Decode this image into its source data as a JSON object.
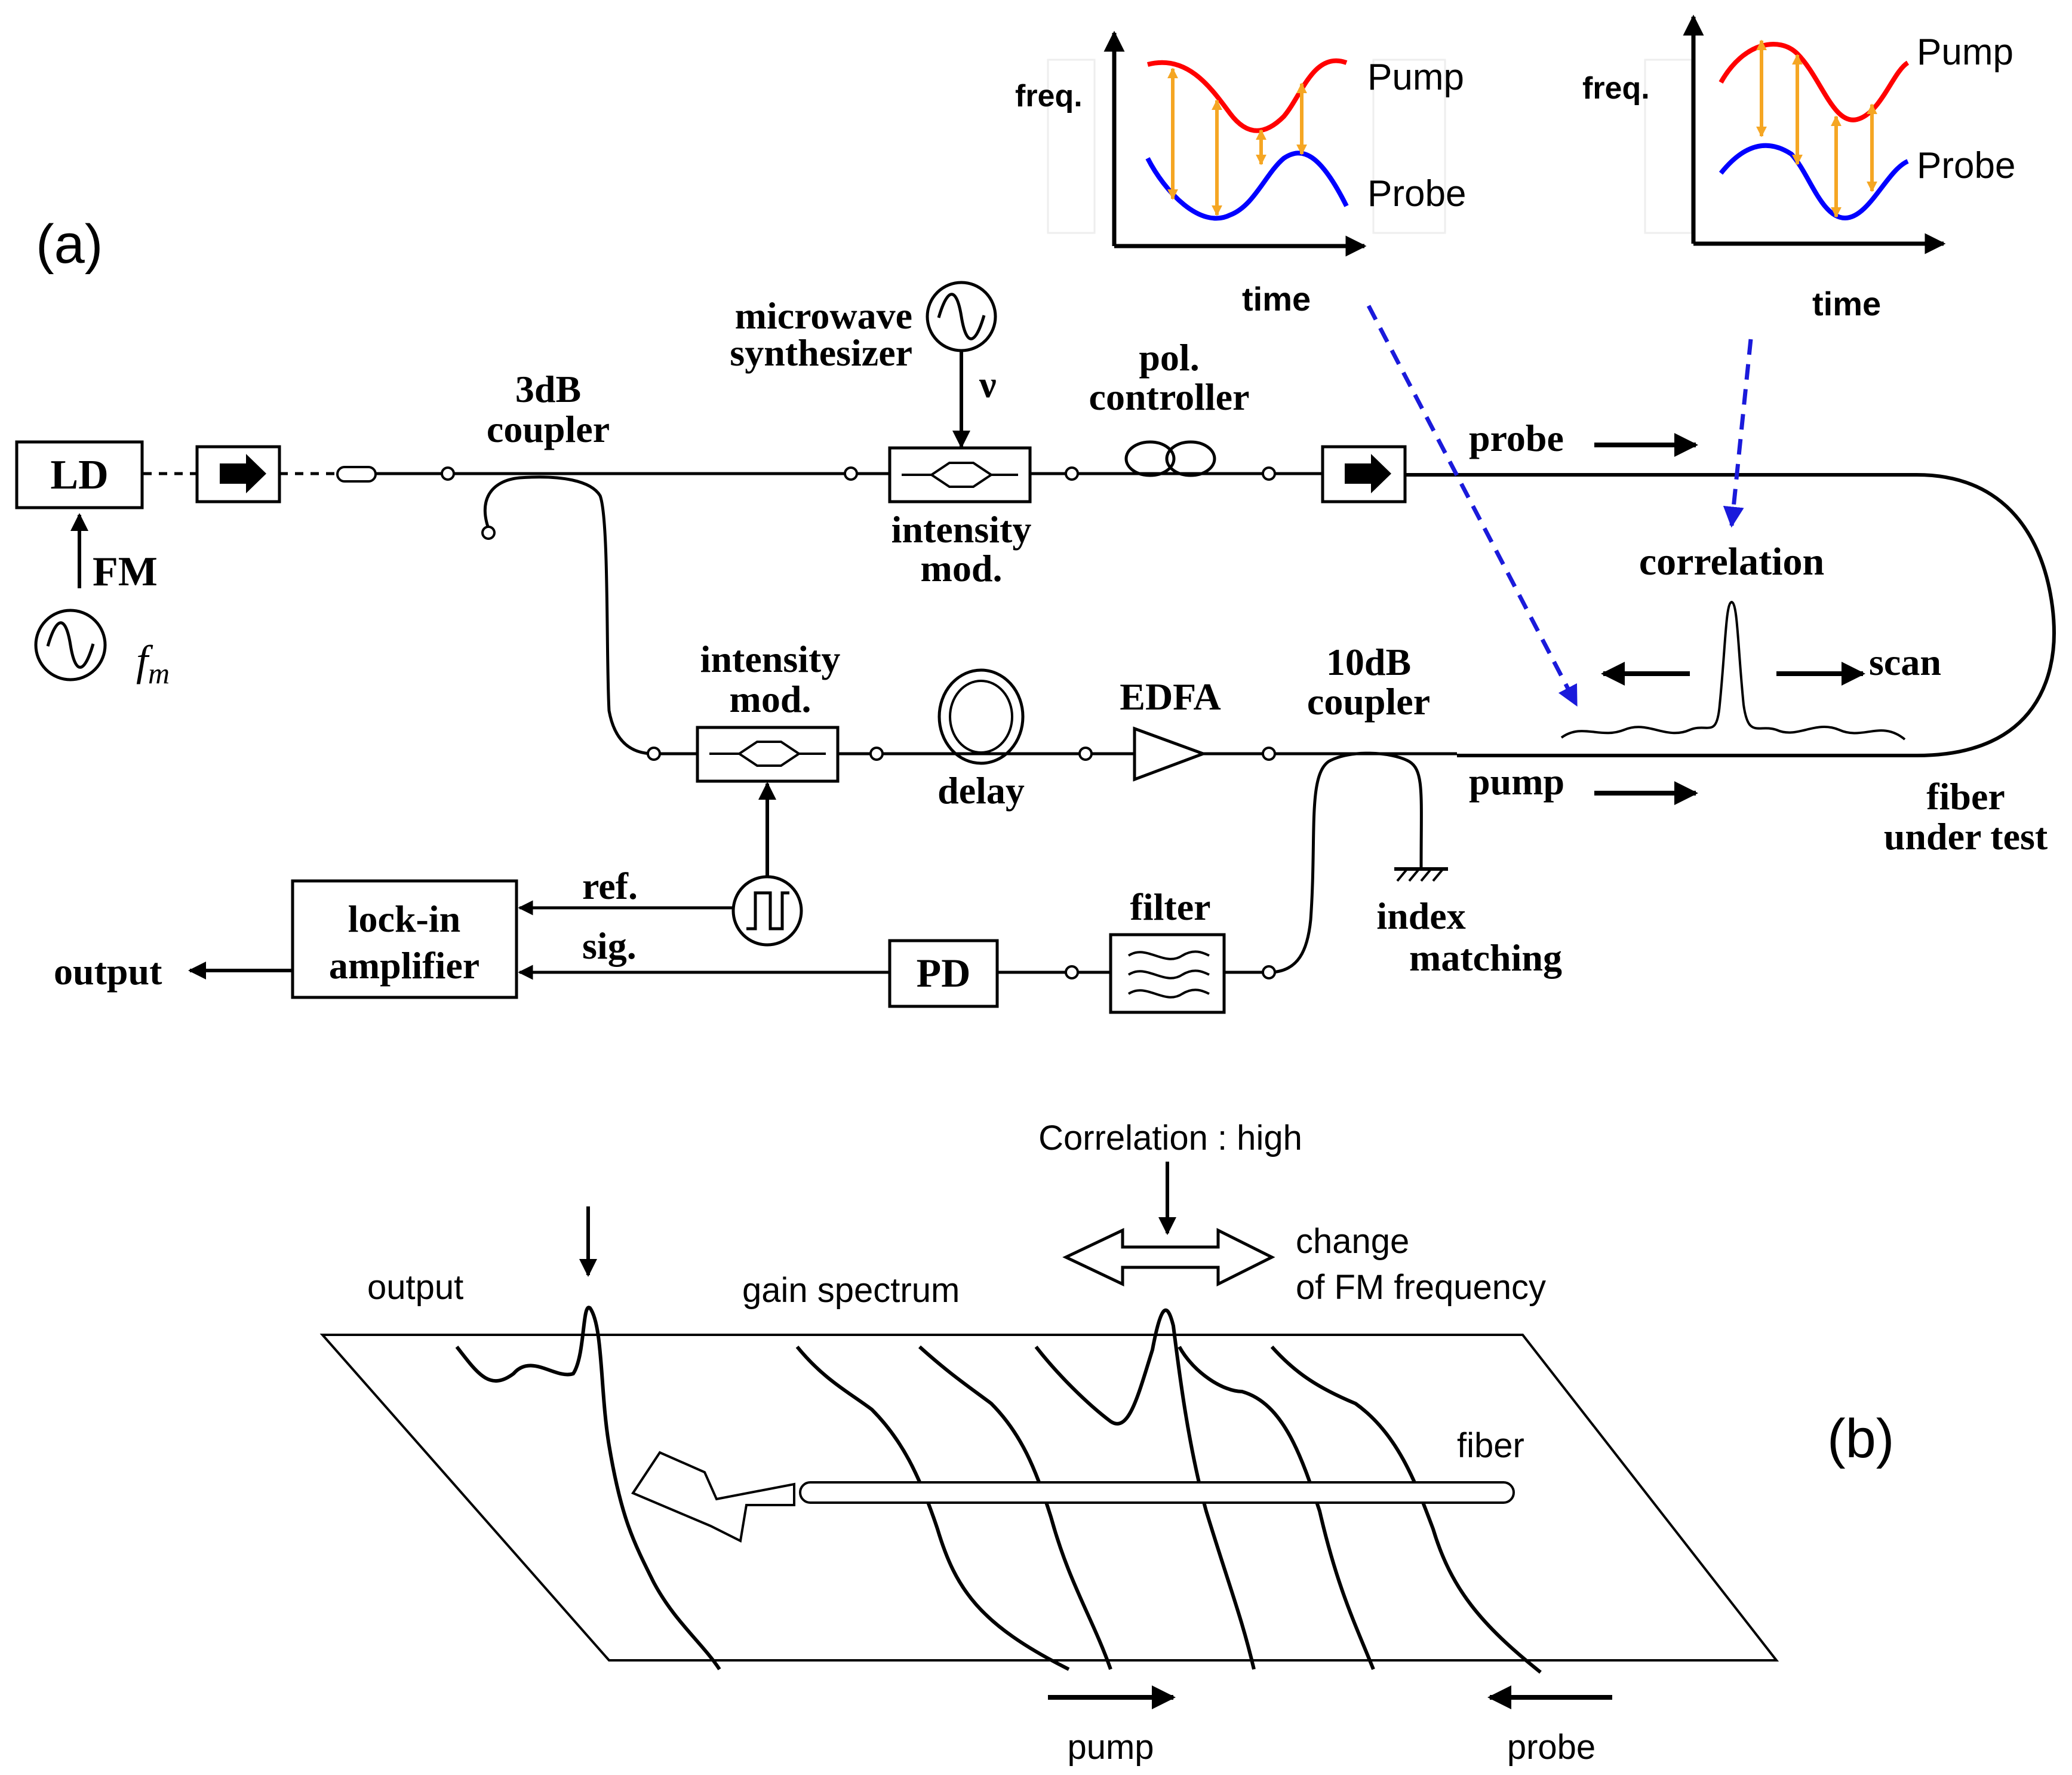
{
  "panel_a": {
    "label": "(a)",
    "ld_label": "LD",
    "fm_label": "FM",
    "fm_symbol": "f",
    "fm_subscript": "m",
    "coupler3_line1": "3dB",
    "coupler3_line2": "coupler",
    "synth_line1": "microwave",
    "synth_line2": "synthesizer",
    "nu_label": "ν",
    "imod_top_line1": "intensity",
    "imod_top_line2": "mod.",
    "pol_line1": "pol.",
    "pol_line2": "controller",
    "probe_label": "probe",
    "correlation_label": "correlation",
    "scan_label": "scan",
    "imod_bottom_line1": "intensity",
    "imod_bottom_line2": "mod.",
    "delay_label": "delay",
    "edfa_label": "EDFA",
    "coupler10_line1": "10dB",
    "coupler10_line2": "coupler",
    "pump_label": "pump",
    "fiber_line1": "fiber",
    "fiber_line2": "under test",
    "index_line1": "index",
    "index_line2": "matching",
    "ref_label": "ref.",
    "sig_label": "sig.",
    "lockin_line1": "lock-in",
    "lockin_line2": "amplifier",
    "output_label": "output",
    "pd_label": "PD",
    "filter_label": "filter"
  },
  "insets": {
    "left": {
      "y_label": "freq.",
      "x_label": "time",
      "pump_label": "Pump",
      "probe_label": "Probe"
    },
    "right": {
      "y_label": "freq.",
      "x_label": "time",
      "pump_label": "Pump",
      "probe_label": "Probe"
    }
  },
  "panel_b": {
    "label": "(b)",
    "correlation_label": "Correlation : high",
    "change_line1": "change",
    "change_line2": "of FM frequency",
    "output_label": "output",
    "gain_label": "gain spectrum",
    "fiber_label": "fiber",
    "pump_label": "pump",
    "probe_label": "probe"
  },
  "colors": {
    "pump_curve": "#ff0000",
    "probe_curve": "#0000ff",
    "freq_arrow": "#f5a623",
    "dash_arrow": "#1a1adb",
    "ink": "#000000"
  }
}
